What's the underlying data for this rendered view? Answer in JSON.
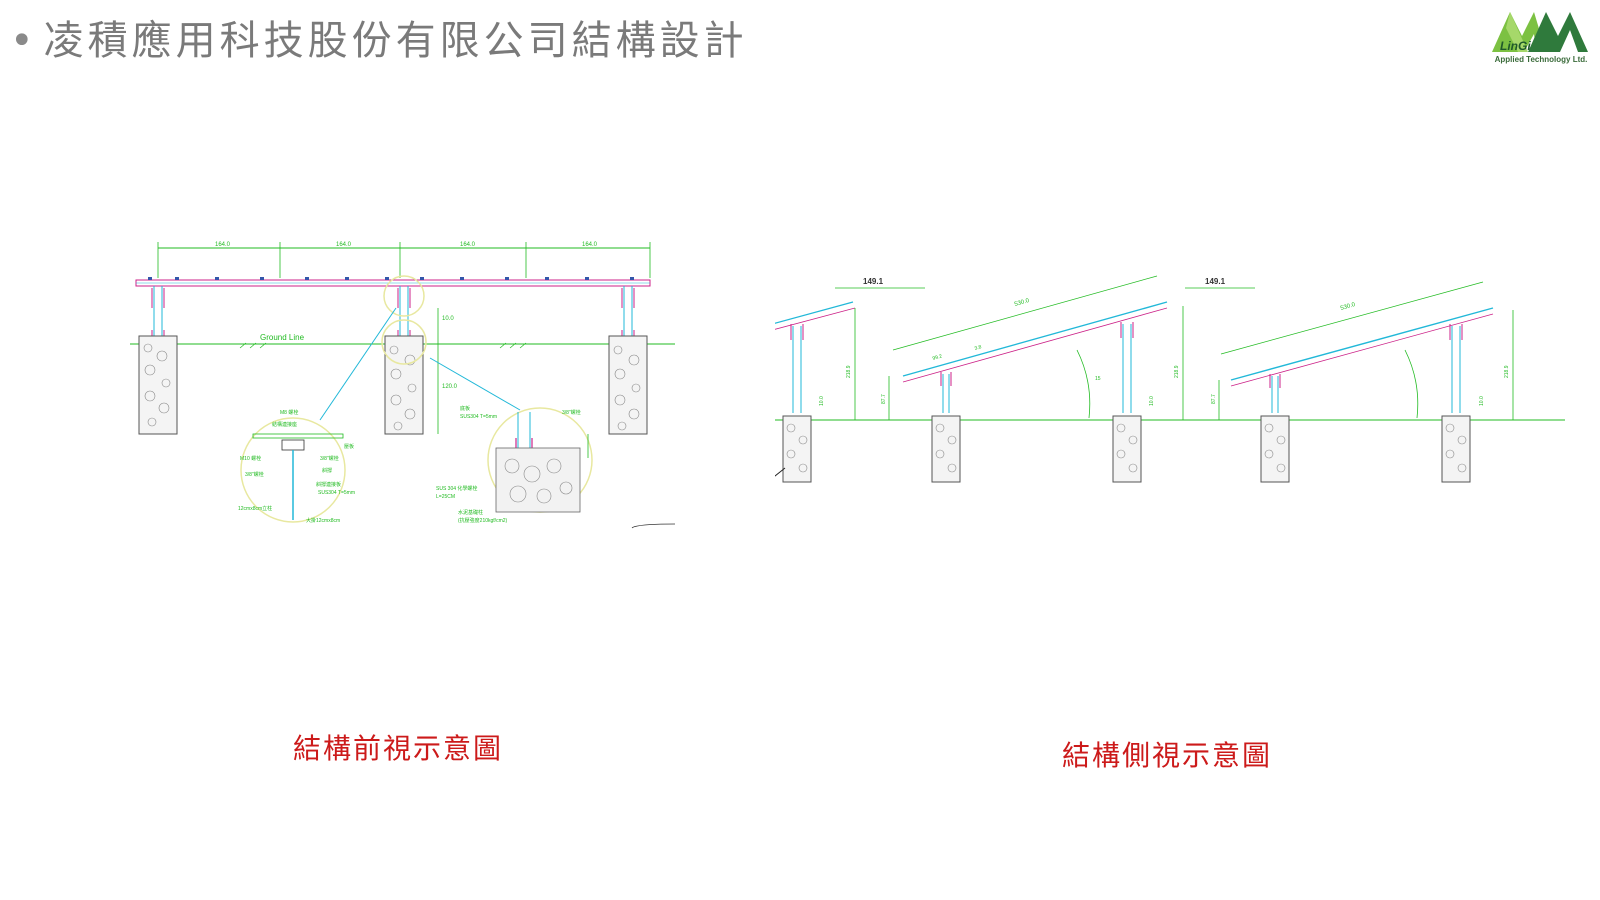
{
  "slide": {
    "bullet": "•",
    "title": "凌積應用科技股份有限公司結構設計"
  },
  "logo": {
    "brand": "LinGi",
    "subtitle": "Applied Technology Ltd."
  },
  "front_view": {
    "caption": "結構前視示意圖",
    "span_dims": [
      "164.0",
      "164.0",
      "164.0",
      "164.0"
    ],
    "ground_label": "Ground Line",
    "dims_vertical": [
      "10.0",
      "120.0"
    ],
    "detail_left_labels": [
      "M8 螺栓",
      "結構連接座",
      "壓板",
      "M10 螺栓",
      "3/8\"螺栓",
      "3/8\"螺栓",
      "斜撐",
      "斜撐連接板",
      "SUS304 T=5mm",
      "12cmx8cm立柱",
      "大掛12cmx8cm"
    ],
    "detail_right_labels": [
      "底板",
      "SUS304 T=5mm",
      "3/8\"螺栓",
      "SUS 304 化學螺栓",
      "L=25CM",
      "水泥基礎柱",
      "(抗壓強度210kgf/cm2)"
    ]
  },
  "side_view": {
    "caption": "結構側視示意圖",
    "pitch_dims": [
      "149.1",
      "149.1"
    ],
    "panel_length": [
      "530.0",
      "530.0"
    ],
    "segment_dims": [
      "99.2",
      "3.8"
    ],
    "heights": [
      "218.9",
      "218.9",
      "218.9",
      "87.7",
      "87.7",
      "10.0",
      "10.0",
      "10.0"
    ],
    "tilt_angle": "15"
  },
  "colors": {
    "title_gray": "#7a7a7a",
    "caption_red": "#cc1a1a",
    "cad_green": "#22bb22",
    "cad_cyan": "#22b8d8",
    "cad_magenta": "#cc2288",
    "cad_yellow": "#e8e8a0"
  }
}
